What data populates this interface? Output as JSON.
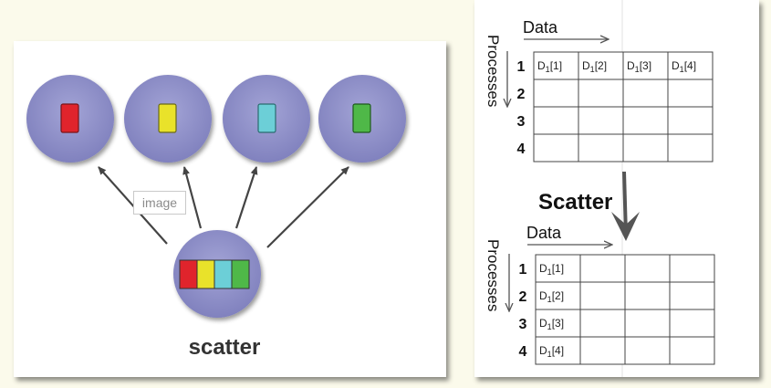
{
  "left_diagram": {
    "caption": "scatter",
    "image_label": "image",
    "colors": {
      "node_fill": "#8f90c8",
      "arrow": "#444444",
      "red": "#e0242c",
      "yellow": "#e9e22a",
      "cyan": "#6ccfd7",
      "green": "#4fb848"
    }
  },
  "right_diagram": {
    "data_label": "Data",
    "processes_label": "Processes",
    "scatter_label": "Scatter",
    "top_table": {
      "row_numbers": [
        "1",
        "2",
        "3",
        "4"
      ],
      "cells": [
        [
          "D1[1]",
          "D1[2]",
          "D1[3]",
          "D1[4]"
        ],
        [
          "",
          "",
          "",
          ""
        ],
        [
          "",
          "",
          "",
          ""
        ],
        [
          "",
          "",
          "",
          ""
        ]
      ]
    },
    "bottom_table": {
      "row_numbers": [
        "1",
        "2",
        "3",
        "4"
      ],
      "cells": [
        [
          "D1[1]",
          "",
          "",
          ""
        ],
        [
          "D1[2]",
          "",
          "",
          ""
        ],
        [
          "D1[3]",
          "",
          "",
          ""
        ],
        [
          "D1[4]",
          "",
          "",
          ""
        ]
      ]
    }
  }
}
